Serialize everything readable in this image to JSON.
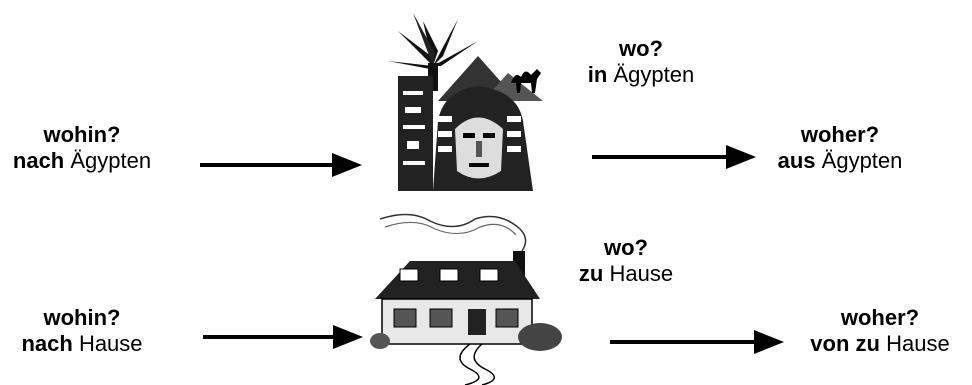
{
  "egypt": {
    "wohin": {
      "question": "wohin?",
      "prep": "nach",
      "place": "Ägypten"
    },
    "wo": {
      "question": "wo?",
      "prep": "in",
      "place": "Ägypten"
    },
    "woher": {
      "question": "woher?",
      "prep": "aus",
      "place": "Ägypten"
    }
  },
  "house": {
    "wohin": {
      "question": "wohin?",
      "prep": "nach",
      "place": "Hause"
    },
    "wo": {
      "question": "wo?",
      "prep": "zu",
      "place": "Hause"
    },
    "woher": {
      "question": "woher?",
      "prep": "von zu",
      "place": "Hause"
    }
  },
  "images": {
    "egypt": "sphinx-palm-pyramid-camel-icon",
    "house": "house-with-chimney-icon"
  }
}
